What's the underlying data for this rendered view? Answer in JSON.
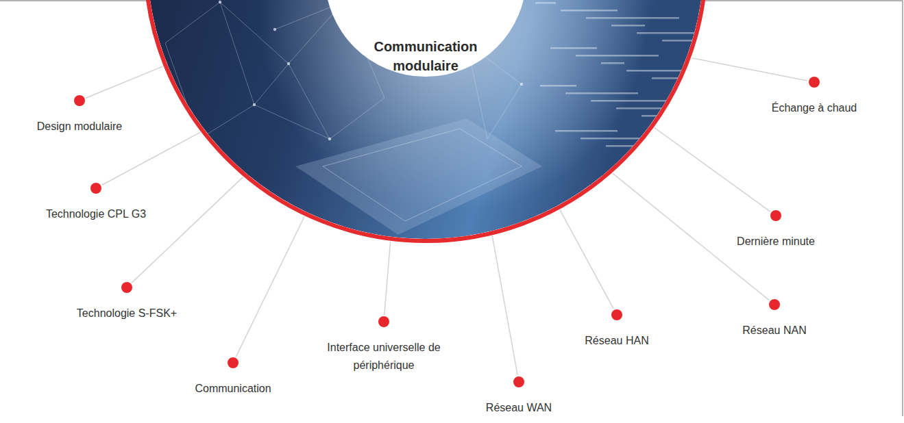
{
  "diagram": {
    "nodes": [
      {
        "text": [
          "Communication modulaire"
        ]
      },
      {
        "text": [
          "Design modulaire"
        ]
      },
      {
        "text": [
          "Technologie CPL G3"
        ]
      },
      {
        "text": [
          "Technologie S-FSK+"
        ]
      },
      {
        "text": [
          "Communication"
        ]
      },
      {
        "text": [
          "Interface universelle de périphérique"
        ]
      },
      {
        "text": [
          "Réseau WAN"
        ]
      },
      {
        "text": [
          "Réseau HAN"
        ]
      },
      {
        "text": [
          "Réseau NAN"
        ]
      },
      {
        "text": [
          "Dernière minute"
        ]
      },
      {
        "text": [
          "Échange à chaud"
        ]
      }
    ],
    "edges": [
      {
        "from": 0,
        "to": 1,
        "arrow": "none"
      },
      {
        "from": 0,
        "to": 2,
        "arrow": "none"
      },
      {
        "from": 0,
        "to": 3,
        "arrow": "none"
      },
      {
        "from": 0,
        "to": 4,
        "arrow": "none"
      },
      {
        "from": 0,
        "to": 5,
        "arrow": "none"
      },
      {
        "from": 0,
        "to": 6,
        "arrow": "none"
      },
      {
        "from": 0,
        "to": 7,
        "arrow": "none"
      },
      {
        "from": 0,
        "to": 8,
        "arrow": "none"
      },
      {
        "from": 0,
        "to": 9,
        "arrow": "none"
      },
      {
        "from": 0,
        "to": 10,
        "arrow": "none"
      }
    ]
  }
}
